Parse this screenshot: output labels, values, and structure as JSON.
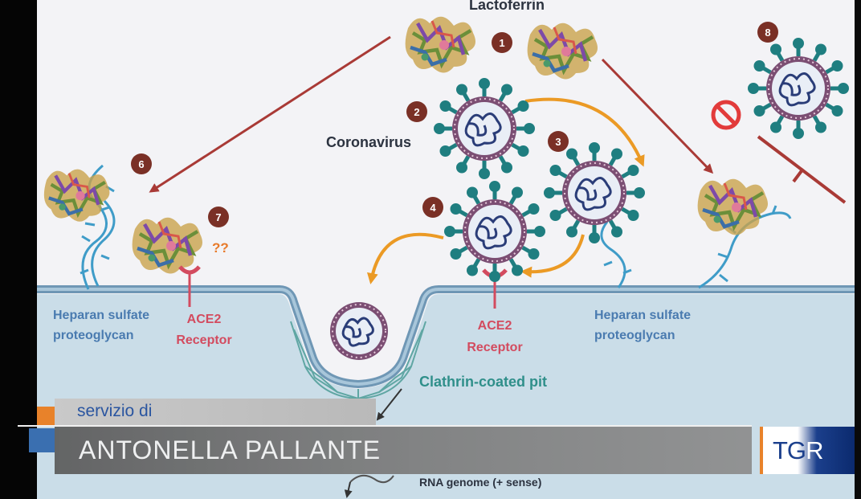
{
  "diagram": {
    "title": "Lactoferrin",
    "coronavirus_label": "Coronavirus",
    "heparan_left": [
      "Heparan sulfate",
      "proteoglycan"
    ],
    "heparan_right": [
      "Heparan sulfate",
      "proteoglycan"
    ],
    "ace2_left": [
      "ACE2",
      "Receptor"
    ],
    "ace2_right": [
      "ACE2",
      "Receptor"
    ],
    "clathrin_label": "Clathrin-coated pit",
    "rna_label": "RNA genome (+ sense)",
    "question_marks": "??",
    "steps": [
      "1",
      "2",
      "3",
      "4",
      "6",
      "7",
      "8"
    ],
    "colors": {
      "background": "#f3f3f6",
      "cell": "#cadde8",
      "membrane": "#6f97b5",
      "arrow": "#a93a36",
      "curved_arrow": "#eb9a25",
      "step_circle": "#7a3026",
      "spike": "#1f7e80",
      "ace2": "#d34b5f",
      "label_blue": "#4a7bb0",
      "label_dark": "#2c3340"
    }
  },
  "overlay": {
    "servizio": "servizio di",
    "reporter": "ANTONELLA PALLANTE",
    "logo_left": "TG",
    "logo_right": "R"
  }
}
